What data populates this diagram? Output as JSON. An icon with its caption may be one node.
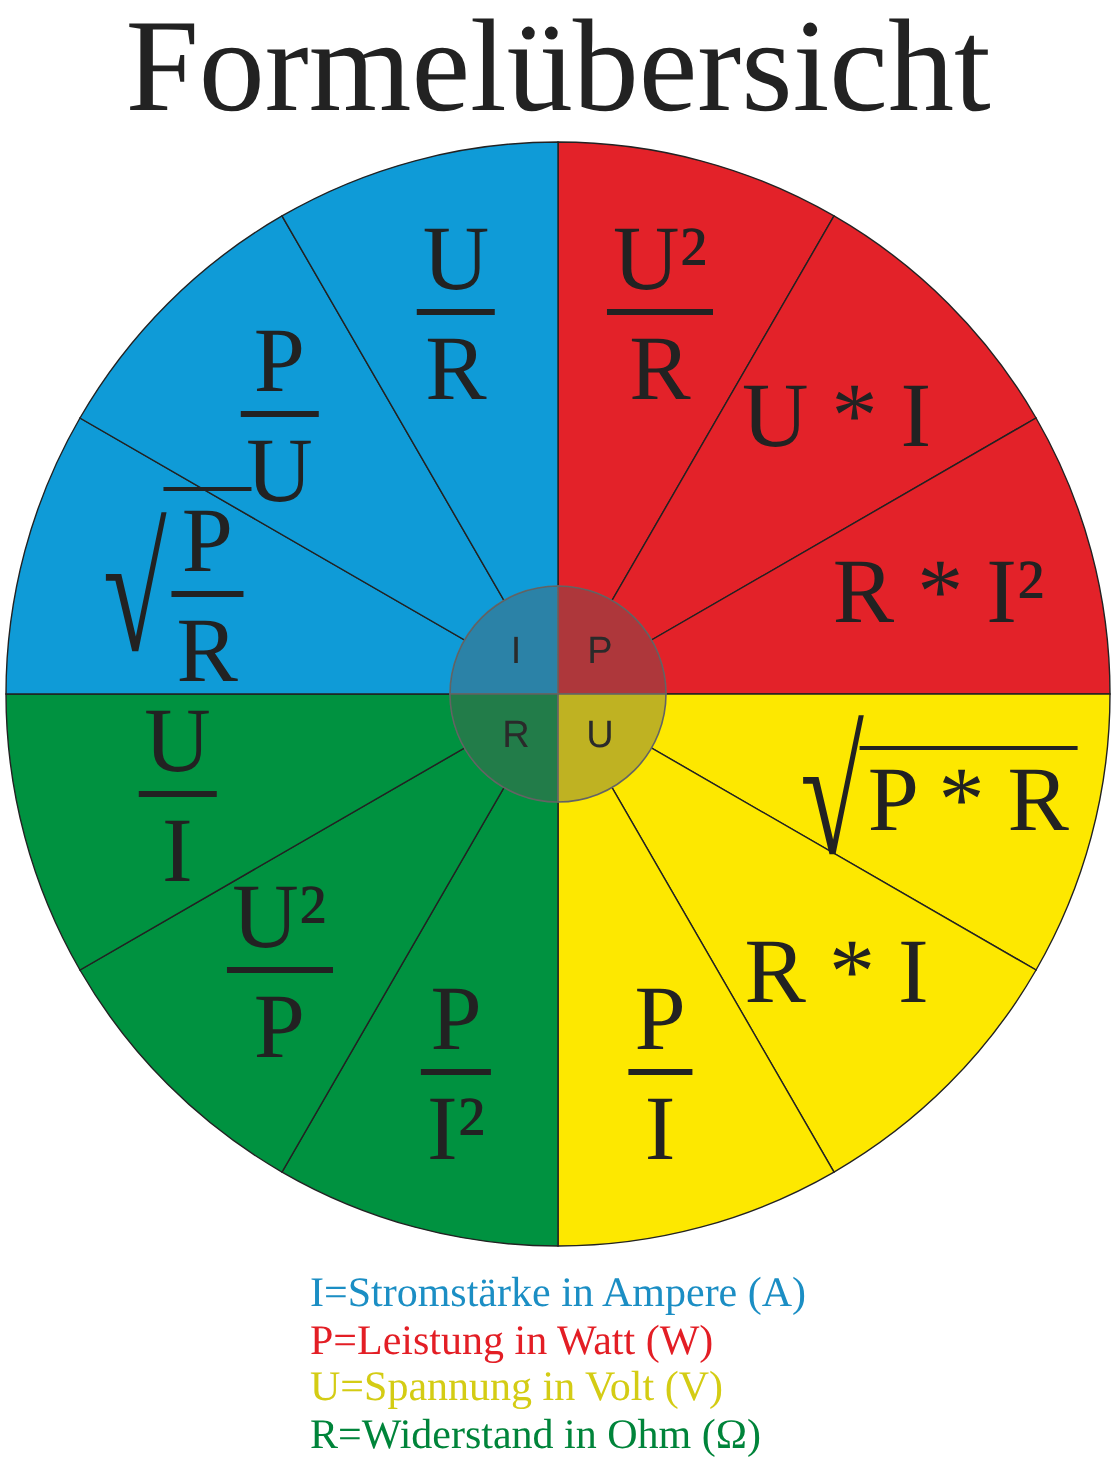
{
  "diagram": {
    "title": "Formelübersicht",
    "nodes": [
      {
        "text": [
          "U²",
          "R"
        ]
      },
      {
        "text": [
          "U * I"
        ]
      },
      {
        "text": [
          "R * I²"
        ]
      },
      {
        "text": [
          "√",
          "P * R"
        ]
      },
      {
        "text": [
          "R * I"
        ]
      },
      {
        "text": [
          "P",
          "I"
        ]
      },
      {
        "text": [
          "P",
          "I²"
        ]
      },
      {
        "text": [
          "U²",
          "P"
        ]
      },
      {
        "text": [
          "U",
          "I"
        ]
      },
      {
        "text": [
          "√",
          "P",
          "R"
        ]
      },
      {
        "text": [
          "P",
          "U"
        ]
      },
      {
        "text": [
          "U",
          "R"
        ]
      },
      {
        "text": [
          "I"
        ]
      },
      {
        "text": [
          "P"
        ]
      },
      {
        "text": [
          "R"
        ]
      },
      {
        "text": [
          "U"
        ]
      }
    ],
    "edges": [],
    "legend": [
      {
        "text": "I=Stromstärke in Ampere (A)",
        "color": "#1b8ec4"
      },
      {
        "text": "P=Leistung in Watt (W)",
        "color": "#e31e25"
      },
      {
        "text": "U=Spannung in Volt (V)",
        "color": "#d4cc14"
      },
      {
        "text": "R=Widerstand in Ohm (Ω)",
        "color": "#00843a"
      }
    ]
  }
}
